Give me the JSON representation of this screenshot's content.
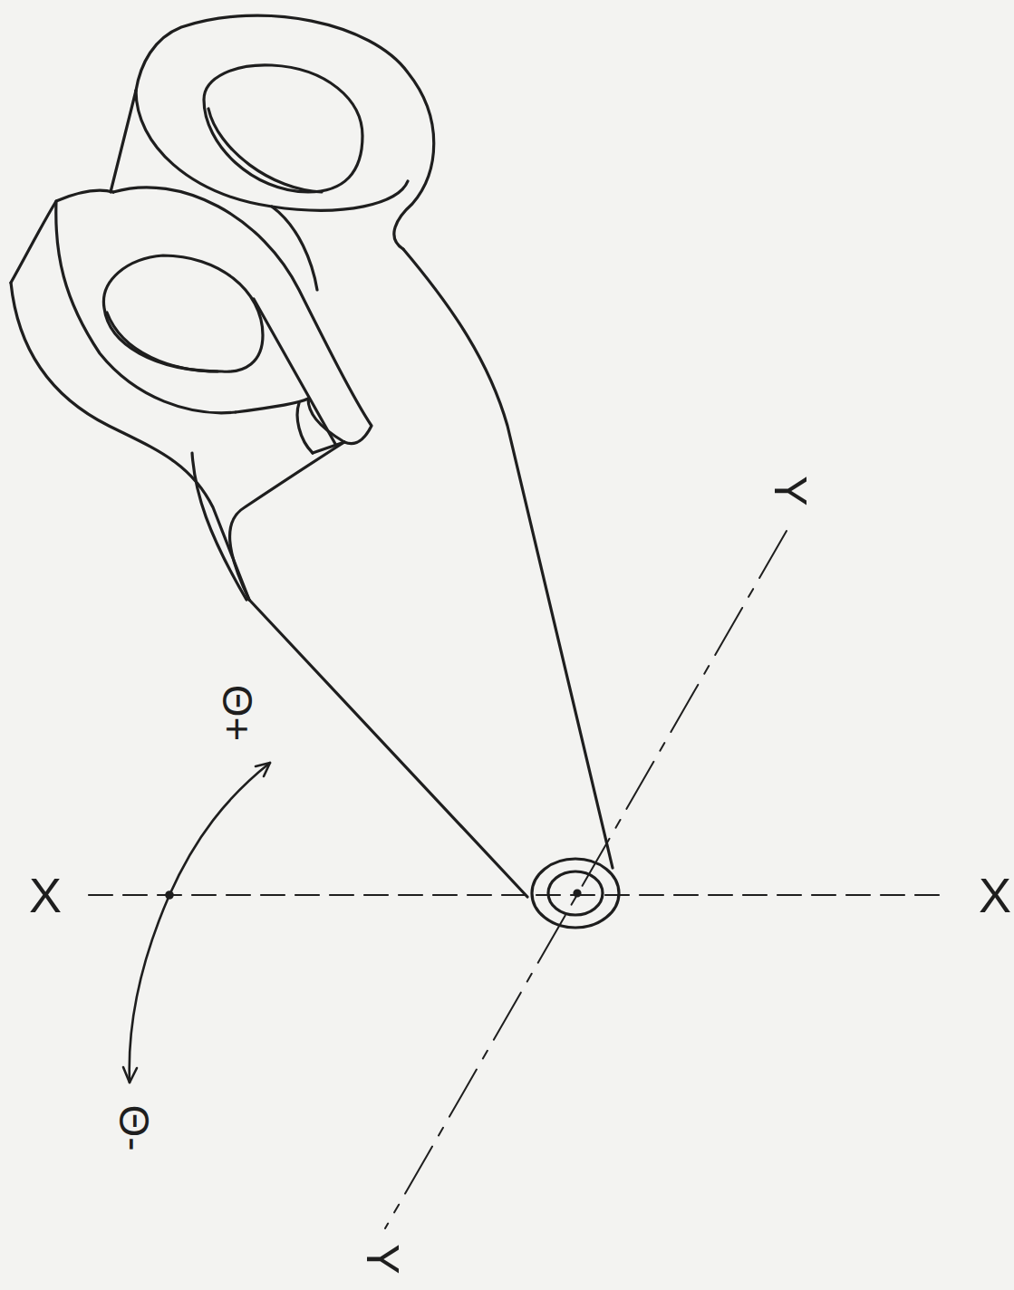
{
  "diagram": {
    "labels": [
      "Y",
      "Θ+",
      "X",
      "X",
      "Θ-",
      "Y"
    ]
  }
}
